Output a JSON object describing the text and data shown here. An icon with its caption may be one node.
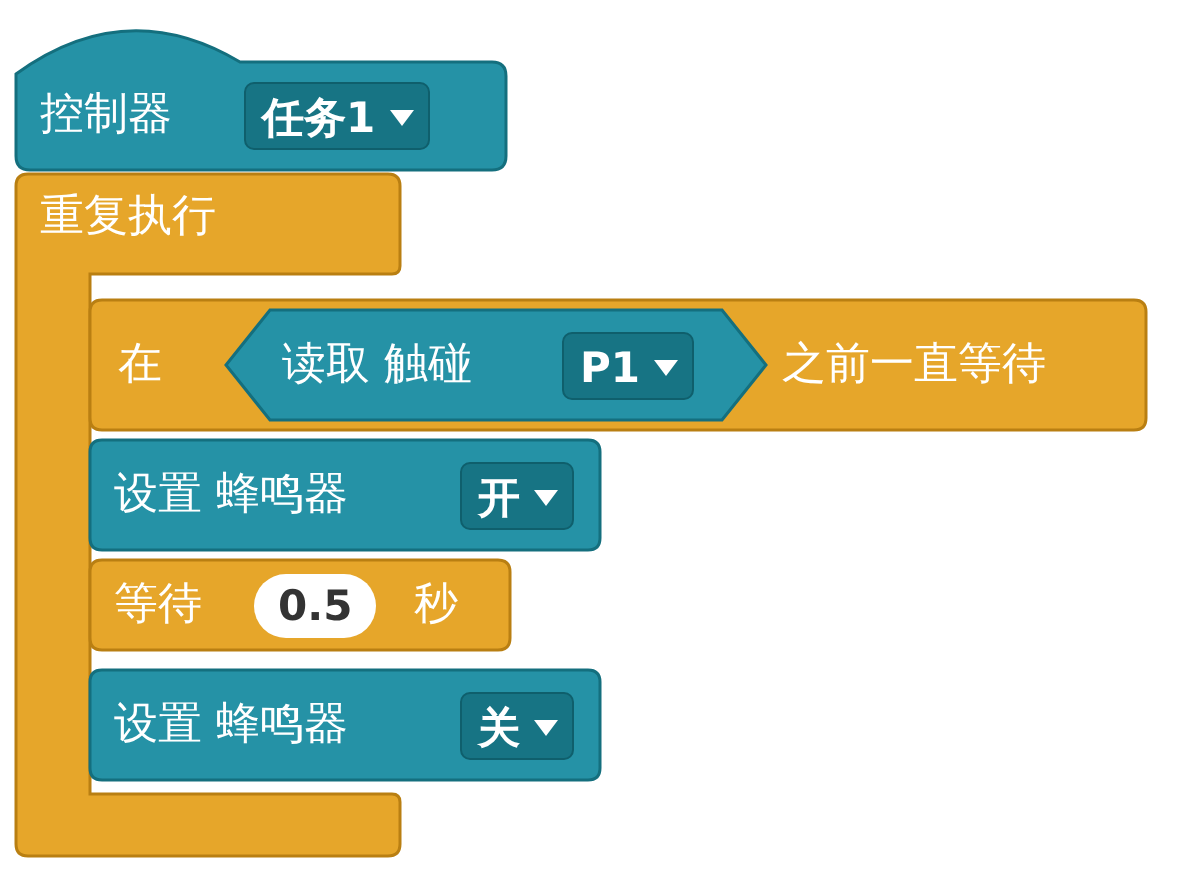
{
  "diagram": {
    "nodes": [
      {
        "text": [
          "控制器",
          "任务1"
        ]
      },
      {
        "text": [
          "重复执行"
        ]
      },
      {
        "text": [
          "在",
          "之前一直等待"
        ]
      },
      {
        "text": [
          "读取 触碰",
          "P1"
        ],
        "in": 2
      },
      {
        "text": [
          "设置 蜂鸣器",
          "开"
        ]
      },
      {
        "text": [
          "等待",
          "0.5",
          "秒"
        ]
      },
      {
        "text": [
          "设置 蜂鸣器",
          "关"
        ]
      }
    ]
  }
}
